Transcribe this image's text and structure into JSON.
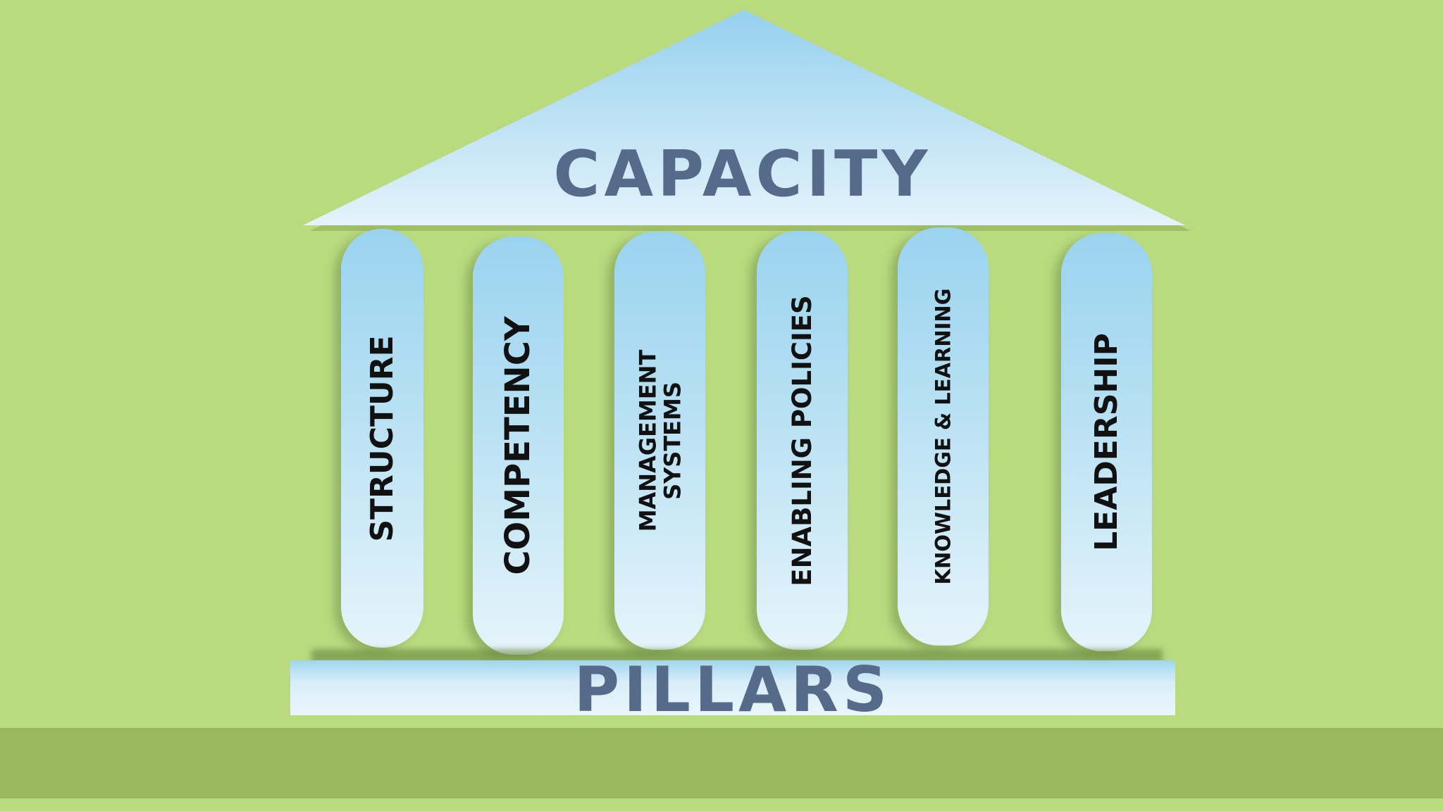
{
  "diagram": {
    "roof_label": "CAPACITY",
    "base_label": "PILLARS",
    "pillars": [
      {
        "label": "STRUCTURE"
      },
      {
        "label": "COMPETENCY"
      },
      {
        "label": "MANAGEMENT\nSYSTEMS"
      },
      {
        "label": "ENABLING POLICIES"
      },
      {
        "label": "KNOWLEDGE & LEARNING"
      },
      {
        "label": "LEADERSHIP"
      }
    ]
  },
  "colors": {
    "background": "#b9da7f",
    "ground": "#9ab85c",
    "heading_text": "#566b8a",
    "pillar_text": "#111111",
    "pillar_top": "#9ad3ef",
    "pillar_bottom": "#e6f4fb"
  }
}
